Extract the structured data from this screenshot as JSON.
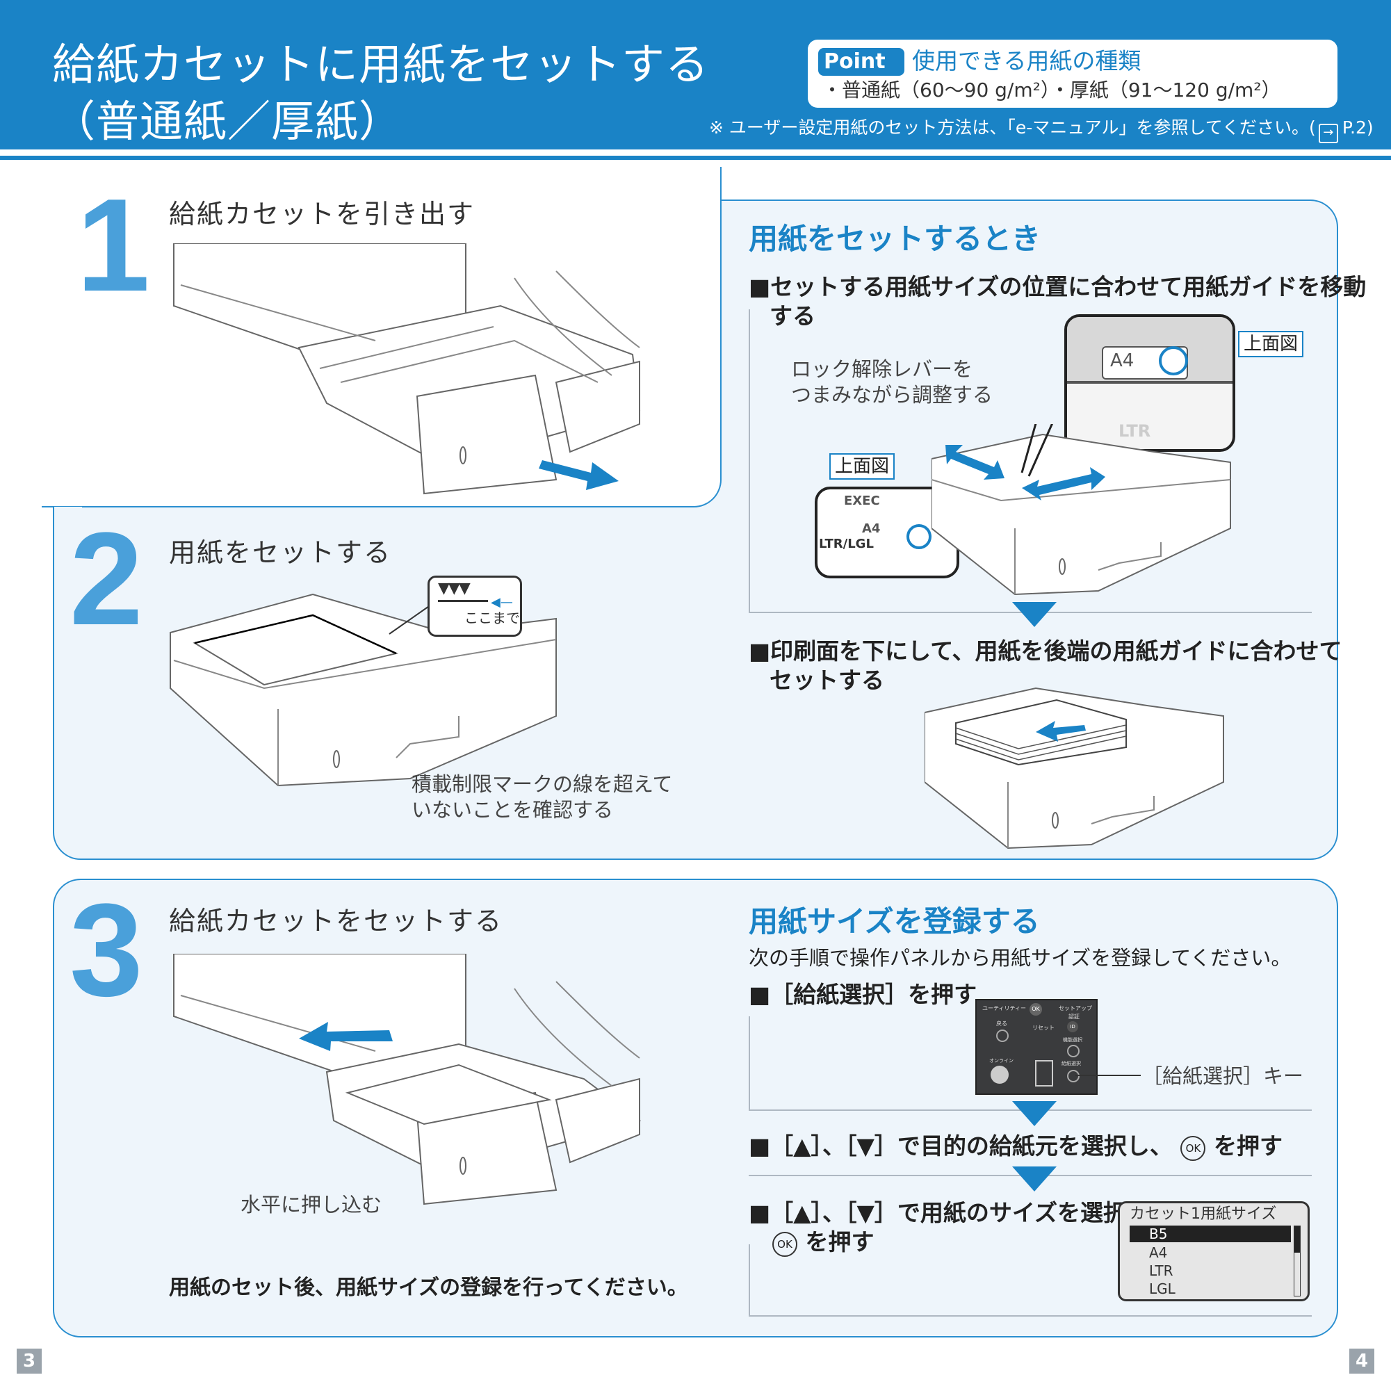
{
  "header": {
    "title_line1": "給紙カセットに用紙をセットする",
    "title_line2": "（普通紙／厚紙）",
    "point_badge": "Point ▸▸",
    "point_title": "使用できる用紙の種類",
    "point_body": "・普通紙（60〜90 g/m²）・厚紙（91〜120 g/m²）",
    "note_prefix": "※ ユーザー設定用紙のセット方法は、「e-マニュアル」を参照してください。(",
    "note_icon": "→",
    "note_suffix": "P.2)"
  },
  "step1": {
    "number": "1",
    "title": "給紙カセットを引き出す"
  },
  "step2": {
    "number": "2",
    "title": "用紙をセットする",
    "callout_marks": "▼▼▼",
    "callout_text": "ここまで",
    "caption_line1": "積載制限マークの線を超えて",
    "caption_line2": "いないことを確認する"
  },
  "setting": {
    "heading": "用紙をセットするとき",
    "item1_line1": "■セットする用紙サイズの位置に合わせて用紙ガイドを移動",
    "item1_line2": "する",
    "lever_line1": "ロック解除レバーを",
    "lever_line2": "つまみながら調整する",
    "top_view_label": "上面図",
    "top_view_label2": "上面図",
    "zoom_a4": "A4",
    "zoom_ltr": "LTR",
    "zoom2_exec": "EXEC",
    "zoom2_a4": "A4",
    "zoom2_ltrlgl": "LTR/LGL",
    "item2_line1": "■印刷面を下にして、用紙を後端の用紙ガイドに合わせて",
    "item2_line2": "セットする"
  },
  "step3": {
    "number": "3",
    "title": "給紙カセットをセットする",
    "caption": "水平に押し込む",
    "footer": "用紙のセット後、用紙サイズの登録を行ってください。"
  },
  "register": {
    "heading": "用紙サイズを登録する",
    "intro": "次の手順で操作パネルから用紙サイズを登録してください。",
    "item1": "■［給紙選択］を押す",
    "key_label": "［給紙選択］キー",
    "item2_prefix": "■［▲］、［▼］で目的の給紙元を選択し、",
    "item2_suffix": "を押す",
    "item3_line1": "■［▲］、［▼］で用紙のサイズを選択し、",
    "item3_suffix": "を押す",
    "ok_label": "OK",
    "panel_labels": {
      "utility": "ユーティリティー",
      "ok": "OK",
      "setup": "セットアップ",
      "auth": "認証",
      "id": "ID",
      "reset": "リセット",
      "back": "戻る",
      "function": "機能選択",
      "online": "オンライン",
      "paper_select": "給紙選択"
    },
    "lcd": {
      "title": "カセット1用紙サイズ",
      "options": [
        "B5",
        "A4",
        "LTR",
        "LGL"
      ],
      "selected": "B5"
    }
  },
  "pages": {
    "left": "3",
    "right": "4"
  },
  "colors": {
    "brand_blue": "#1a83c6",
    "panel_bg": "#eef5fb",
    "number_blue": "#4aa0da"
  }
}
